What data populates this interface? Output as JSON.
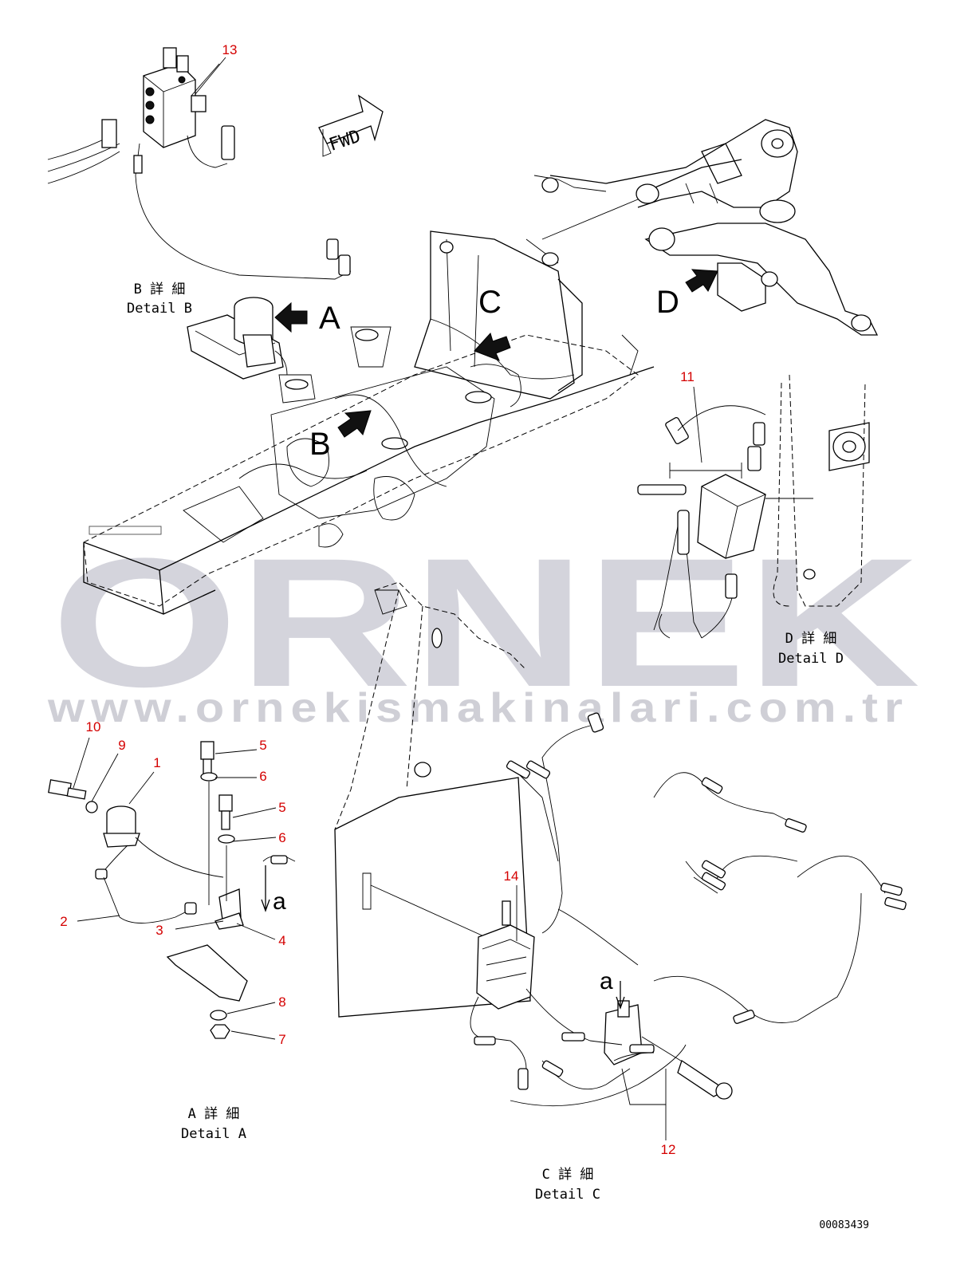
{
  "watermark": {
    "brand": "ORNEK",
    "url": "www.ornekismakinalari.com.tr"
  },
  "direction": "FWD",
  "view_arrows": [
    "A",
    "B",
    "C",
    "D",
    "a",
    "a"
  ],
  "details": {
    "A": {
      "jp": "A 詳 細",
      "en": "Detail A"
    },
    "B": {
      "jp": "B 詳 細",
      "en": "Detail B"
    },
    "C": {
      "jp": "C 詳 細",
      "en": "Detail C"
    },
    "D": {
      "jp": "D 詳 細",
      "en": "Detail D"
    }
  },
  "callouts": [
    "13",
    "11",
    "10",
    "9",
    "1",
    "5",
    "6",
    "5",
    "6",
    "2",
    "3",
    "4",
    "8",
    "7",
    "14",
    "12"
  ],
  "drawing_number": "00083439",
  "colors": {
    "callout": "#d40000",
    "watermark": "#d4d4dc",
    "line": "#000000"
  }
}
